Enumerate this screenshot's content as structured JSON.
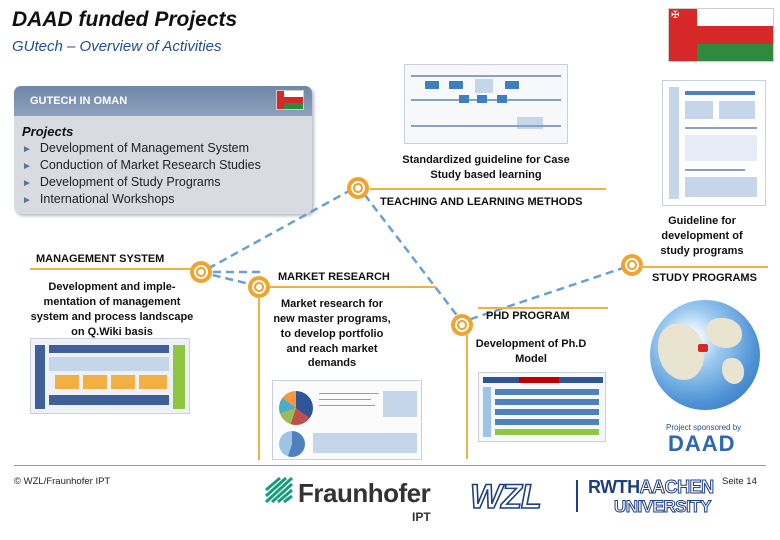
{
  "header": {
    "title": "DAAD funded Projects",
    "subtitle": "GUtech – Overview of Activities"
  },
  "colors": {
    "accent_orange": "#f2b042",
    "header_blue": "#6f87a8",
    "oman_red": "#d62828",
    "oman_green": "#2e8b3e"
  },
  "gutech_box": {
    "label": "GUTECH IN OMAN",
    "projects_title": "Projects",
    "items": [
      "Development of Management System",
      "Conduction of Market Research Studies",
      "Development of Study Programs",
      "International Workshops"
    ]
  },
  "sections": {
    "teaching": {
      "heading": "TEACHING AND LEARNING METHODS",
      "description": "Standardized guideline for Case Study based learning"
    },
    "management": {
      "heading": "MANAGEMENT SYSTEM",
      "description": "Development and imple-mentation of management system and process landscape on Q.Wiki basis"
    },
    "market": {
      "heading": "MARKET RESEARCH",
      "description": "Market research for new master programs, to develop portfolio and reach market demands"
    },
    "phd": {
      "heading": "PHD PROGRAM",
      "description": "Development of Ph.D Model"
    },
    "study": {
      "heading": "STUDY PROGRAMS",
      "description": "Guideline for development of study programs"
    }
  },
  "daad_badge": {
    "small": "Project sponsored by",
    "logo": "DAAD"
  },
  "footer": {
    "copyright": "© WZL/Fraunhofer IPT",
    "page": "Seite 14",
    "fraunhofer": "Fraunhofer",
    "ipt": "IPT",
    "wzl": "WZL",
    "rwth_line1a": "RWTH",
    "rwth_line1b": "AACHEN",
    "rwth_line2": "UNIVERSITY"
  }
}
